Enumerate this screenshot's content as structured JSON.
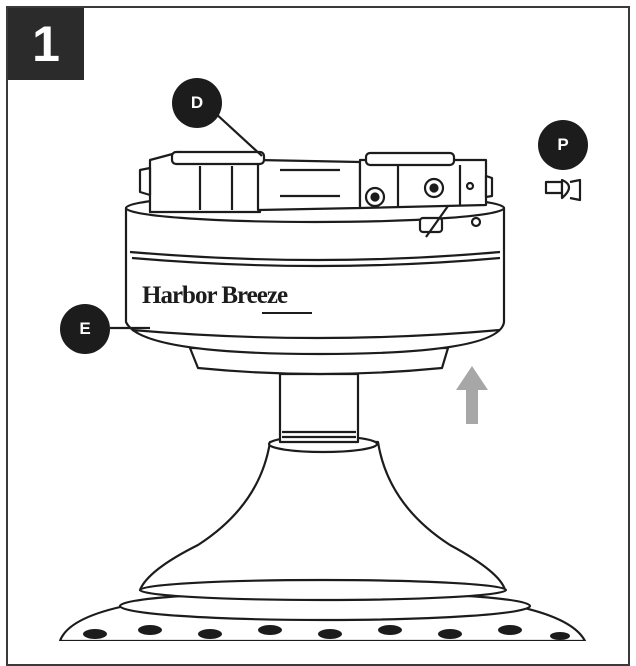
{
  "step": {
    "number": "1"
  },
  "callouts": {
    "d": "D",
    "e": "E",
    "p": "P"
  },
  "brand_text": "Harbor Breeze",
  "colors": {
    "ink": "#1c1c1c",
    "badge": "#2b2b2b",
    "arrow": "#a7a7a7",
    "paper": "#ffffff"
  }
}
